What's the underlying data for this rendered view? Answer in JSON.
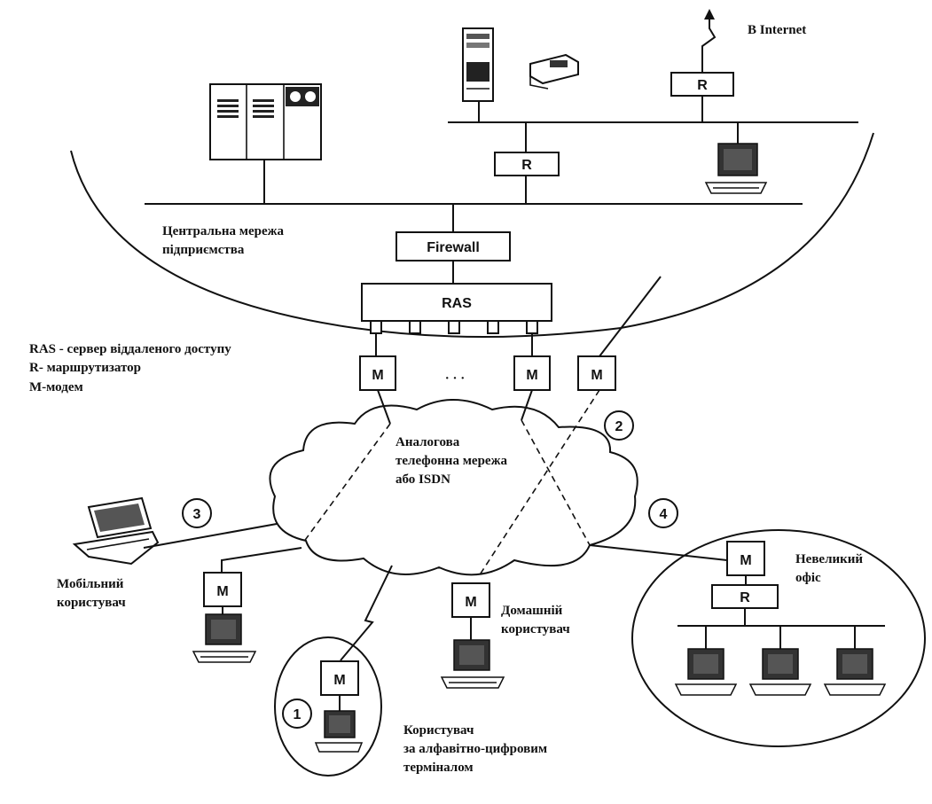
{
  "labels": {
    "internet": "В Internet",
    "central_network_1": "Центральна мережа",
    "central_network_2": "підприємства",
    "legend_ras": "RAS - сервер віддаленого доступу",
    "legend_r": "R- маршрутизатор",
    "legend_m": "М-модем",
    "cloud_1": "Аналогова",
    "cloud_2": "телефонна мережа",
    "cloud_3": "або ISDN",
    "mobile_1": "Мобільний",
    "mobile_2": "користувач",
    "home_1": "Домашній",
    "home_2": "користувач",
    "office_1": "Невеликий",
    "office_2": "офіс",
    "terminal_1": "Користувач",
    "terminal_2": "за алфавітно-цифровим",
    "terminal_3": "терміналом",
    "dots": "· · ·"
  },
  "boxes": {
    "firewall": "Firewall",
    "ras": "RAS",
    "router": "R",
    "modem": "M"
  },
  "numbers": {
    "n1": "1",
    "n2": "2",
    "n3": "3",
    "n4": "4"
  }
}
